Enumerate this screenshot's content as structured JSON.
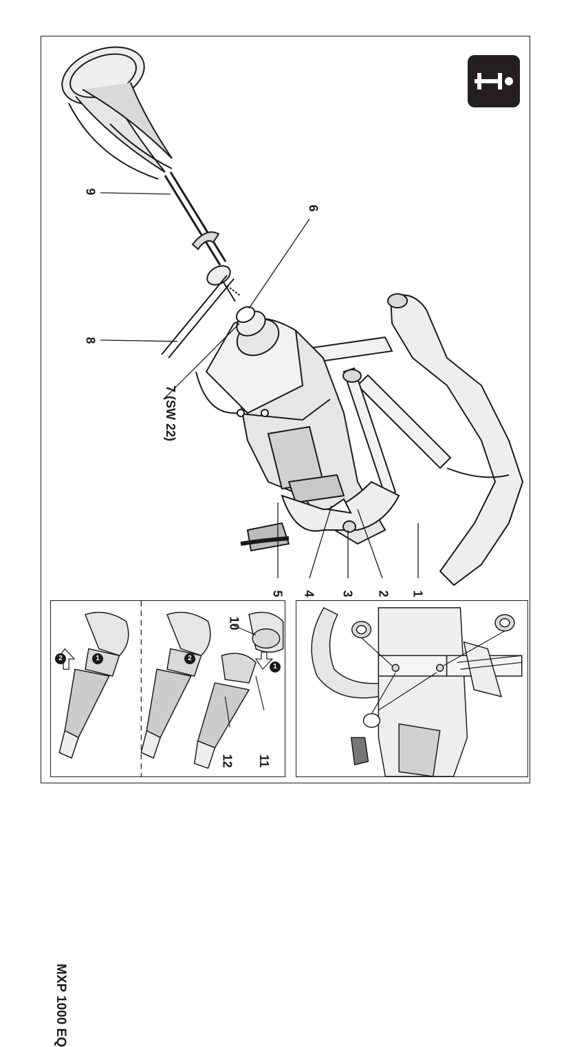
{
  "model": "MXP 1000 EQ",
  "callouts": {
    "c1": "1",
    "c2": "2",
    "c3": "3",
    "c4": "4",
    "c5": "5",
    "c6": "6",
    "c7": "7 (SW 22)",
    "c8": "8",
    "c9": "9",
    "c10": "10",
    "c11": "11",
    "c12": "12"
  },
  "steps": {
    "s1": "1",
    "s2": "2"
  },
  "colors": {
    "ink": "#1a1a1a",
    "badge": "#231f20",
    "shade": "#d9d9d9",
    "light": "#eeeeee"
  },
  "icons": [
    "info-icon"
  ]
}
